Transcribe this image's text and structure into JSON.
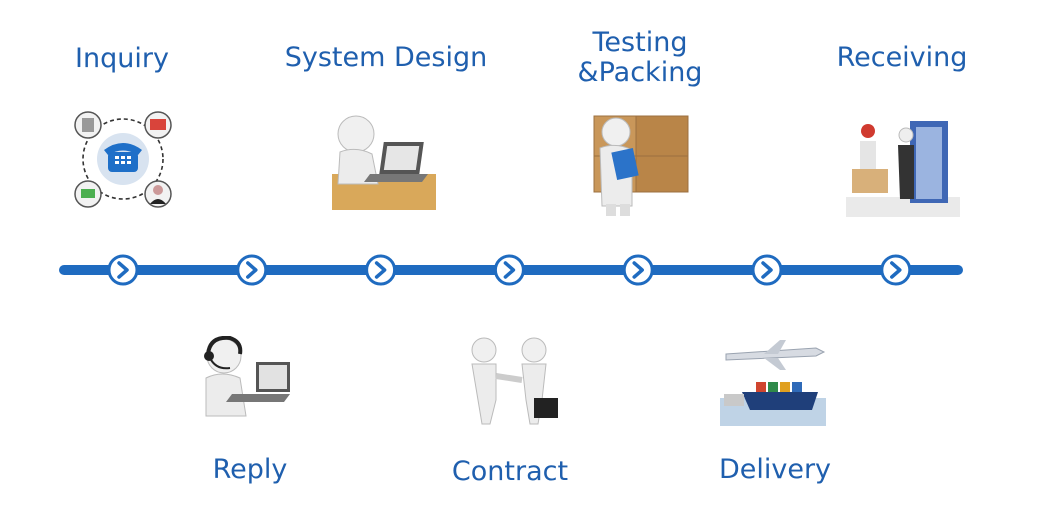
{
  "process": {
    "steps_top": [
      {
        "label": "Inquiry",
        "icon": "inquiry-illustration-icon"
      },
      {
        "label": "System Design",
        "icon": "designer-laptop-icon"
      },
      {
        "label": "Testing\n&Packing",
        "icon": "packing-boxes-icon"
      },
      {
        "label": "Receiving",
        "icon": "receiving-door-icon"
      }
    ],
    "steps_bottom": [
      {
        "label": "Reply",
        "icon": "headset-support-icon"
      },
      {
        "label": "Contract",
        "icon": "handshake-icon"
      },
      {
        "label": "Delivery",
        "icon": "plane-ship-icon"
      }
    ],
    "arrow_count": 7,
    "colors": {
      "line": "#1f6bc0",
      "text": "#1f5fae",
      "arrow": "#1f6bc0"
    }
  }
}
